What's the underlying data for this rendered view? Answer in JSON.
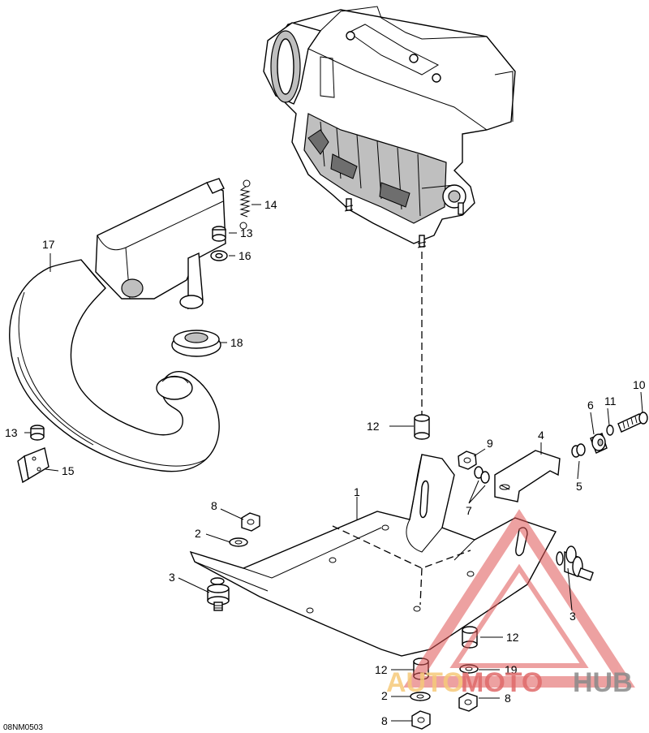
{
  "diagram": {
    "drawing_code": "08NM0503",
    "callouts": [
      {
        "id": "c1",
        "number": "1"
      },
      {
        "id": "c2a",
        "number": "2"
      },
      {
        "id": "c2b",
        "number": "2"
      },
      {
        "id": "c3a",
        "number": "3"
      },
      {
        "id": "c3b",
        "number": "3"
      },
      {
        "id": "c4",
        "number": "4"
      },
      {
        "id": "c5",
        "number": "5"
      },
      {
        "id": "c6",
        "number": "6"
      },
      {
        "id": "c7",
        "number": "7"
      },
      {
        "id": "c8a",
        "number": "8"
      },
      {
        "id": "c8b",
        "number": "8"
      },
      {
        "id": "c8c",
        "number": "8"
      },
      {
        "id": "c9",
        "number": "9"
      },
      {
        "id": "c10",
        "number": "10"
      },
      {
        "id": "c11",
        "number": "11"
      },
      {
        "id": "c12a",
        "number": "12"
      },
      {
        "id": "c12b",
        "number": "12"
      },
      {
        "id": "c12c",
        "number": "12"
      },
      {
        "id": "c13a",
        "number": "13"
      },
      {
        "id": "c13b",
        "number": "13"
      },
      {
        "id": "c14",
        "number": "14"
      },
      {
        "id": "c15",
        "number": "15"
      },
      {
        "id": "c16",
        "number": "16"
      },
      {
        "id": "c17",
        "number": "17"
      },
      {
        "id": "c18",
        "number": "18"
      },
      {
        "id": "c19",
        "number": "19"
      }
    ]
  },
  "watermark": {
    "part1": "AUTO",
    "part2": "MOTO",
    "part3": "HUB",
    "colors": {
      "auto": "#f6c97a",
      "moto": "#e06a6a",
      "hub": "#8a8a8a",
      "triangle": "#e05555"
    }
  }
}
